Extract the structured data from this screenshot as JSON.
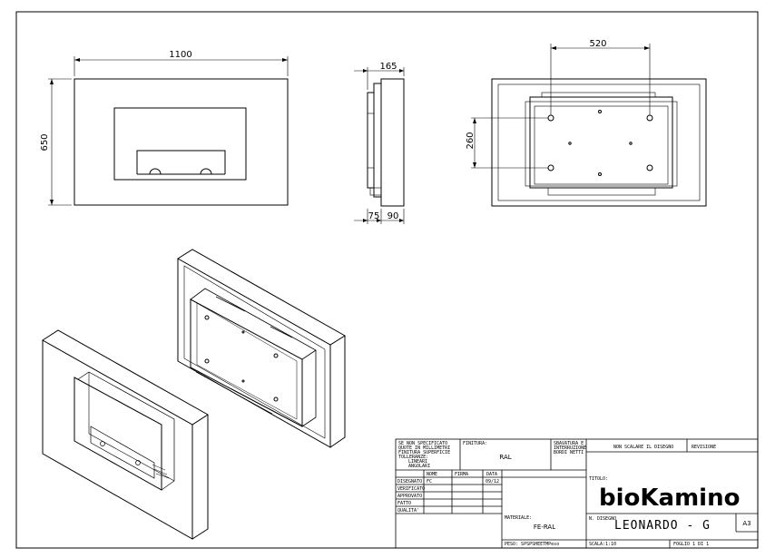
{
  "dimensions": {
    "front_width": "1100",
    "front_height": "650",
    "side_depth": "165",
    "side_bottom_a": "75",
    "side_bottom_b": "90",
    "rear_hole_spacing_x": "520",
    "rear_hole_spacing_y": "260"
  },
  "title_block": {
    "note_lines": [
      "SE NON SPECIFICATO",
      "QUOTE IN MILLIMETRI",
      "FINITURA SUPERFICIE",
      "TOLLERANZE:",
      "LINEARI",
      "ANGOLARI"
    ],
    "finitura_label": "FINITURA:",
    "finitura_value": "RAL",
    "sbavatura_lines": [
      "SBAVATURA E",
      "INTERRUZIONE",
      "BORDI NETTI"
    ],
    "non_scalare": "NON SCALARE IL DISEGNO",
    "revisione": "REVISIONE",
    "col_nome": "NOME",
    "col_firma": "FIRMA",
    "col_data": "DATA",
    "row_disegnato": "DISEGNATO",
    "disegnato_nome": "FC",
    "disegnato_data": "09/12",
    "row_verificato": "VERIFICATO",
    "row_approvato": "APPROVATO",
    "row_fatto": "FATTO",
    "row_qualita": "QUALITA'",
    "materiale_label": "MATERIALE:",
    "materiale_value": "FE-RAL",
    "peso": "PESO: SPSPSHEETMPeso",
    "titolo_label": "TITOLO:",
    "brand": "bioKamino",
    "n_disegno_label": "N. DISEGNO",
    "model_name": "LEONARDO - G",
    "format": "A3",
    "scala": "SCALA:1:10",
    "foglio": "FOGLIO 1 DI 1"
  }
}
